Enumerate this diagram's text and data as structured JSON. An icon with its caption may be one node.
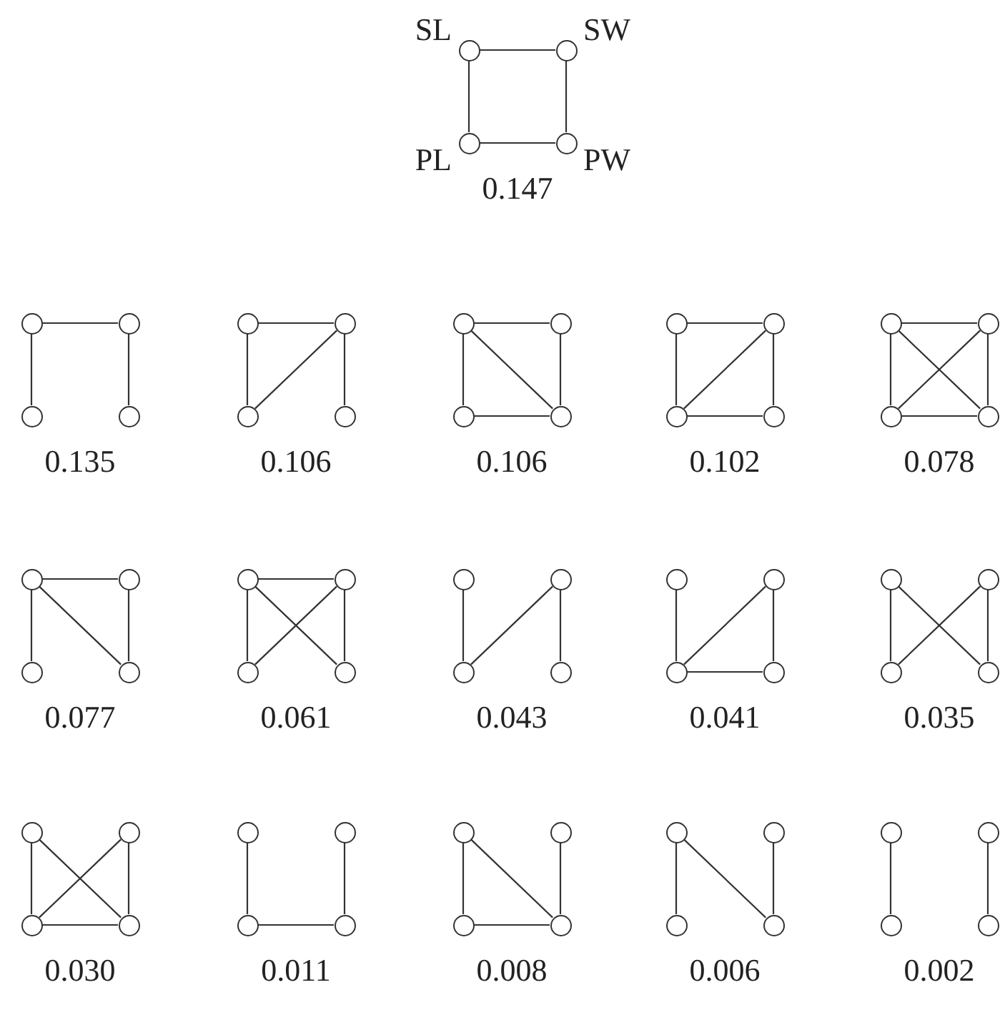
{
  "diagram": {
    "nodes": [
      {
        "text": [],
        "shape": "circle",
        "beside": [
          "SL"
        ]
      },
      {
        "text": [],
        "shape": "circle",
        "beside": [
          "SW"
        ]
      },
      {
        "text": [],
        "shape": "circle",
        "beside": [
          "PL"
        ]
      },
      {
        "text": [],
        "shape": "circle",
        "beside": [
          "PW"
        ]
      },
      {
        "text": [],
        "shape": "circle"
      },
      {
        "text": [],
        "shape": "circle"
      },
      {
        "text": [],
        "shape": "circle"
      },
      {
        "text": [],
        "shape": "circle"
      },
      {
        "text": [],
        "shape": "circle"
      },
      {
        "text": [],
        "shape": "circle"
      },
      {
        "text": [],
        "shape": "circle"
      },
      {
        "text": [],
        "shape": "circle"
      },
      {
        "text": [],
        "shape": "circle"
      },
      {
        "text": [],
        "shape": "circle"
      },
      {
        "text": [],
        "shape": "circle"
      },
      {
        "text": [],
        "shape": "circle"
      },
      {
        "text": [],
        "shape": "circle"
      },
      {
        "text": [],
        "shape": "circle"
      },
      {
        "text": [],
        "shape": "circle"
      },
      {
        "text": [],
        "shape": "circle"
      },
      {
        "text": [],
        "shape": "circle"
      },
      {
        "text": [],
        "shape": "circle"
      },
      {
        "text": [],
        "shape": "circle"
      },
      {
        "text": [],
        "shape": "circle"
      },
      {
        "text": [],
        "shape": "circle"
      },
      {
        "text": [],
        "shape": "circle"
      },
      {
        "text": [],
        "shape": "circle"
      },
      {
        "text": [],
        "shape": "circle"
      },
      {
        "text": [],
        "shape": "circle"
      },
      {
        "text": [],
        "shape": "circle"
      },
      {
        "text": [],
        "shape": "circle"
      },
      {
        "text": [],
        "shape": "circle"
      },
      {
        "text": [],
        "shape": "circle"
      },
      {
        "text": [],
        "shape": "circle"
      },
      {
        "text": [],
        "shape": "circle"
      },
      {
        "text": [],
        "shape": "circle"
      },
      {
        "text": [],
        "shape": "circle"
      },
      {
        "text": [],
        "shape": "circle"
      },
      {
        "text": [],
        "shape": "circle"
      },
      {
        "text": [],
        "shape": "circle"
      },
      {
        "text": [],
        "shape": "circle"
      },
      {
        "text": [],
        "shape": "circle"
      },
      {
        "text": [],
        "shape": "circle"
      },
      {
        "text": [],
        "shape": "circle"
      },
      {
        "text": [],
        "shape": "circle"
      },
      {
        "text": [],
        "shape": "circle"
      },
      {
        "text": [],
        "shape": "circle"
      },
      {
        "text": [],
        "shape": "circle"
      },
      {
        "text": [],
        "shape": "circle"
      },
      {
        "text": [],
        "shape": "circle"
      },
      {
        "text": [],
        "shape": "circle"
      },
      {
        "text": [],
        "shape": "circle"
      },
      {
        "text": [],
        "shape": "circle"
      },
      {
        "text": [],
        "shape": "circle"
      },
      {
        "text": [],
        "shape": "circle"
      },
      {
        "text": [],
        "shape": "circle"
      },
      {
        "text": [],
        "shape": "circle"
      },
      {
        "text": [],
        "shape": "circle"
      },
      {
        "text": [],
        "shape": "circle"
      },
      {
        "text": [],
        "shape": "circle"
      },
      {
        "text": [],
        "shape": "circle"
      },
      {
        "text": [],
        "shape": "circle"
      },
      {
        "text": [],
        "shape": "circle"
      },
      {
        "text": [],
        "shape": "circle"
      }
    ],
    "edges": [
      {
        "from": 0,
        "to": 1,
        "arrow": "none"
      },
      {
        "from": 0,
        "to": 2,
        "arrow": "none"
      },
      {
        "from": 1,
        "to": 3,
        "arrow": "none"
      },
      {
        "from": 2,
        "to": 3,
        "arrow": "none"
      },
      {
        "from": 4,
        "to": 5,
        "arrow": "none"
      },
      {
        "from": 4,
        "to": 6,
        "arrow": "none"
      },
      {
        "from": 5,
        "to": 7,
        "arrow": "none"
      },
      {
        "from": 8,
        "to": 9,
        "arrow": "none"
      },
      {
        "from": 8,
        "to": 10,
        "arrow": "none"
      },
      {
        "from": 9,
        "to": 10,
        "arrow": "none"
      },
      {
        "from": 9,
        "to": 11,
        "arrow": "none"
      },
      {
        "from": 12,
        "to": 13,
        "arrow": "none"
      },
      {
        "from": 12,
        "to": 14,
        "arrow": "none"
      },
      {
        "from": 12,
        "to": 15,
        "arrow": "none"
      },
      {
        "from": 13,
        "to": 15,
        "arrow": "none"
      },
      {
        "from": 14,
        "to": 15,
        "arrow": "none"
      },
      {
        "from": 16,
        "to": 17,
        "arrow": "none"
      },
      {
        "from": 16,
        "to": 18,
        "arrow": "none"
      },
      {
        "from": 17,
        "to": 18,
        "arrow": "none"
      },
      {
        "from": 17,
        "to": 19,
        "arrow": "none"
      },
      {
        "from": 18,
        "to": 19,
        "arrow": "none"
      },
      {
        "from": 20,
        "to": 21,
        "arrow": "none"
      },
      {
        "from": 20,
        "to": 22,
        "arrow": "none"
      },
      {
        "from": 20,
        "to": 23,
        "arrow": "none"
      },
      {
        "from": 21,
        "to": 22,
        "arrow": "none"
      },
      {
        "from": 21,
        "to": 23,
        "arrow": "none"
      },
      {
        "from": 22,
        "to": 23,
        "arrow": "none"
      },
      {
        "from": 24,
        "to": 25,
        "arrow": "none"
      },
      {
        "from": 24,
        "to": 26,
        "arrow": "none"
      },
      {
        "from": 24,
        "to": 27,
        "arrow": "none"
      },
      {
        "from": 25,
        "to": 27,
        "arrow": "none"
      },
      {
        "from": 28,
        "to": 29,
        "arrow": "none"
      },
      {
        "from": 28,
        "to": 30,
        "arrow": "none"
      },
      {
        "from": 28,
        "to": 31,
        "arrow": "none"
      },
      {
        "from": 29,
        "to": 30,
        "arrow": "none"
      },
      {
        "from": 29,
        "to": 31,
        "arrow": "none"
      },
      {
        "from": 32,
        "to": 34,
        "arrow": "none"
      },
      {
        "from": 33,
        "to": 34,
        "arrow": "none"
      },
      {
        "from": 33,
        "to": 35,
        "arrow": "none"
      },
      {
        "from": 36,
        "to": 38,
        "arrow": "none"
      },
      {
        "from": 37,
        "to": 38,
        "arrow": "none"
      },
      {
        "from": 37,
        "to": 39,
        "arrow": "none"
      },
      {
        "from": 38,
        "to": 39,
        "arrow": "none"
      },
      {
        "from": 40,
        "to": 42,
        "arrow": "none"
      },
      {
        "from": 40,
        "to": 43,
        "arrow": "none"
      },
      {
        "from": 41,
        "to": 42,
        "arrow": "none"
      },
      {
        "from": 41,
        "to": 43,
        "arrow": "none"
      },
      {
        "from": 44,
        "to": 46,
        "arrow": "none"
      },
      {
        "from": 44,
        "to": 47,
        "arrow": "none"
      },
      {
        "from": 45,
        "to": 46,
        "arrow": "none"
      },
      {
        "from": 45,
        "to": 47,
        "arrow": "none"
      },
      {
        "from": 46,
        "to": 47,
        "arrow": "none"
      },
      {
        "from": 48,
        "to": 50,
        "arrow": "none"
      },
      {
        "from": 49,
        "to": 51,
        "arrow": "none"
      },
      {
        "from": 50,
        "to": 51,
        "arrow": "none"
      },
      {
        "from": 52,
        "to": 54,
        "arrow": "none"
      },
      {
        "from": 52,
        "to": 55,
        "arrow": "none"
      },
      {
        "from": 53,
        "to": 55,
        "arrow": "none"
      },
      {
        "from": 54,
        "to": 55,
        "arrow": "none"
      },
      {
        "from": 56,
        "to": 58,
        "arrow": "none"
      },
      {
        "from": 56,
        "to": 59,
        "arrow": "none"
      },
      {
        "from": 57,
        "to": 59,
        "arrow": "none"
      },
      {
        "from": 60,
        "to": 62,
        "arrow": "none"
      },
      {
        "from": 61,
        "to": 63,
        "arrow": "none"
      }
    ],
    "labels": [
      "0.147",
      "0.135",
      "0.106",
      "0.106",
      "0.102",
      "0.078",
      "0.077",
      "0.061",
      "0.043",
      "0.041",
      "0.035",
      "0.030",
      "0.011",
      "0.008",
      "0.006",
      "0.002"
    ]
  }
}
